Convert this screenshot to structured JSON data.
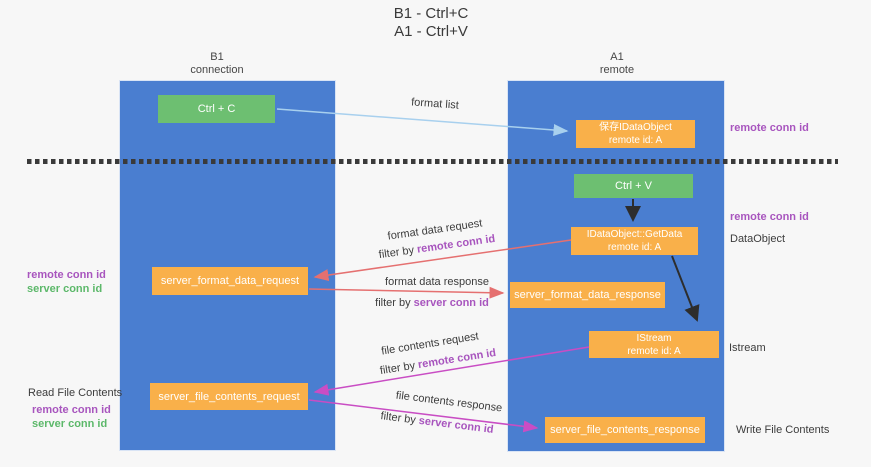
{
  "title": {
    "line1": "B1 - Ctrl+C",
    "line2": "A1 - Ctrl+V"
  },
  "lifelines": {
    "b1": {
      "title": "B1",
      "subtitle": "connection"
    },
    "a1": {
      "title": "A1",
      "subtitle": "remote"
    }
  },
  "nodes": {
    "ctrl_c": {
      "label": "Ctrl + C"
    },
    "save_idataobject": {
      "line1": "保存IDataObject",
      "line2": "remote id: A"
    },
    "ctrl_v": {
      "label": "Ctrl + V"
    },
    "getdata": {
      "line1": "IDataObject::GetData",
      "line2": "remote id: A"
    },
    "server_format_data_request": {
      "label": "server_format_data_request"
    },
    "server_format_data_response": {
      "label": "server_format_data_response"
    },
    "istream": {
      "line1": "IStream",
      "line2": "remote id: A"
    },
    "server_file_contents_request": {
      "label": "server_file_contents_request"
    },
    "server_file_contents_response": {
      "label": "server_file_contents_response"
    }
  },
  "arrow_labels": {
    "format_list": "format list",
    "format_data_request": "format data request",
    "format_data_response": "format data response",
    "file_contents_request": "file contents request",
    "file_contents_response": "file contents response",
    "filter_by_prefix": "filter by ",
    "remote_conn_id": "remote conn id",
    "server_conn_id": "server conn id"
  },
  "side_labels": {
    "right_remote_conn_id_top": "remote conn id",
    "right_remote_conn_id_mid": "remote conn id",
    "right_dataobject": "DataObject",
    "right_istream": "Istream",
    "right_write_file_contents": "Write File Contents",
    "left_remote_conn_id_mid": "remote conn id",
    "left_server_conn_id_mid": "server conn id",
    "left_read_file_contents": "Read File Contents",
    "left_remote_conn_id_bottom": "remote conn id",
    "left_server_conn_id_bottom": "server conn id"
  },
  "colors": {
    "lifeline_blue": "#4a7ed0",
    "box_orange": "#f9b04a",
    "box_green": "#6dbf71",
    "arrow_lightblue": "#a8d0ee",
    "arrow_red": "#e57070",
    "arrow_magenta": "#c94dc4",
    "arrow_black": "#2d2d2d",
    "keyword_purple": "#a855be",
    "keyword_green": "#5cb86a",
    "dashed_separator": "#3a3a3a"
  }
}
